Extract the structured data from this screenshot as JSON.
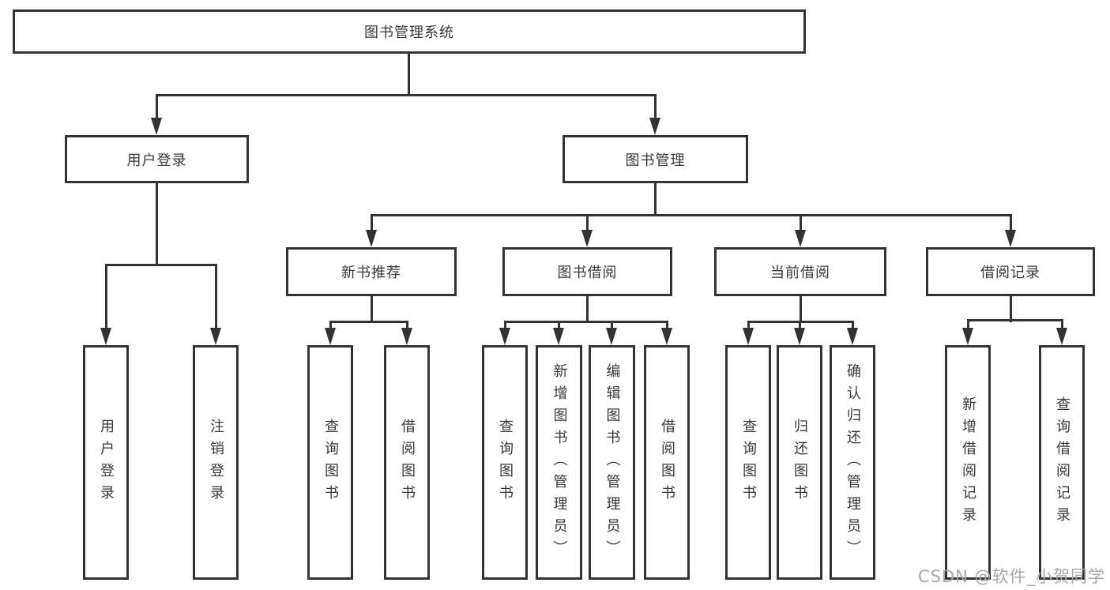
{
  "diagram": {
    "root": {
      "label": "图书管理系统"
    },
    "branches": [
      {
        "label": "用户登录",
        "children": [
          {
            "label": "用户登录"
          },
          {
            "label": "注销登录"
          }
        ]
      },
      {
        "label": "图书管理",
        "children": [
          {
            "label": "新书推荐",
            "children": [
              {
                "label": "查询图书"
              },
              {
                "label": "借阅图书"
              }
            ]
          },
          {
            "label": "图书借阅",
            "children": [
              {
                "label": "查询图书"
              },
              {
                "label": "新增图书（管理员）"
              },
              {
                "label": "编辑图书（管理员）"
              },
              {
                "label": "借阅图书"
              }
            ]
          },
          {
            "label": "当前借阅",
            "children": [
              {
                "label": "查询图书"
              },
              {
                "label": "归还图书"
              },
              {
                "label": "确认归还（管理员）"
              }
            ]
          },
          {
            "label": "借阅记录",
            "children": [
              {
                "label": "新增借阅记录"
              },
              {
                "label": "查询借阅记录"
              }
            ]
          }
        ]
      }
    ]
  },
  "watermark": {
    "text": "CSDN @软件_小贺同学"
  },
  "colors": {
    "line": "#333333",
    "box_border": "#333333",
    "text": "#3a3a3a",
    "background": "#ffffff",
    "watermark": "#a8a8a8"
  }
}
